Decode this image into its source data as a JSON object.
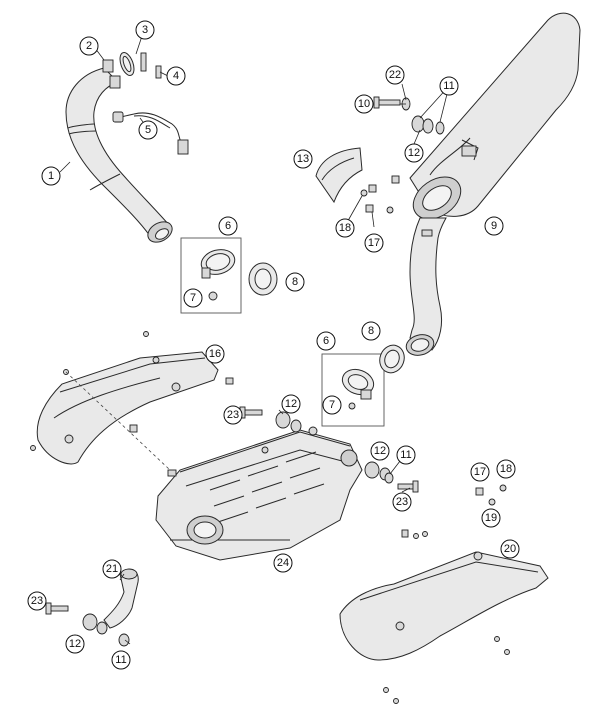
{
  "callouts": [
    {
      "id": "c1",
      "label": "1"
    },
    {
      "id": "c2",
      "label": "2"
    },
    {
      "id": "c3",
      "label": "3"
    },
    {
      "id": "c4",
      "label": "4"
    },
    {
      "id": "c5",
      "label": "5"
    },
    {
      "id": "c6a",
      "label": "6"
    },
    {
      "id": "c7a",
      "label": "7"
    },
    {
      "id": "c8a",
      "label": "8"
    },
    {
      "id": "c9",
      "label": "9"
    },
    {
      "id": "c10",
      "label": "10"
    },
    {
      "id": "c11a",
      "label": "11"
    },
    {
      "id": "c12a",
      "label": "12"
    },
    {
      "id": "c13",
      "label": "13"
    },
    {
      "id": "c16",
      "label": "16"
    },
    {
      "id": "c17a",
      "label": "17"
    },
    {
      "id": "c18a",
      "label": "18"
    },
    {
      "id": "c22",
      "label": "22"
    },
    {
      "id": "c6b",
      "label": "6"
    },
    {
      "id": "c7b",
      "label": "7"
    },
    {
      "id": "c8b",
      "label": "8"
    },
    {
      "id": "c23a",
      "label": "23"
    },
    {
      "id": "c12b",
      "label": "12"
    },
    {
      "id": "c12c",
      "label": "12"
    },
    {
      "id": "c11b",
      "label": "11"
    },
    {
      "id": "c23b",
      "label": "23"
    },
    {
      "id": "c17b",
      "label": "17"
    },
    {
      "id": "c18b",
      "label": "18"
    },
    {
      "id": "c19",
      "label": "19"
    },
    {
      "id": "c20",
      "label": "20"
    },
    {
      "id": "c21",
      "label": "21"
    },
    {
      "id": "c24",
      "label": "24"
    },
    {
      "id": "c23c",
      "label": "23"
    },
    {
      "id": "c12d",
      "label": "12"
    },
    {
      "id": "c11c",
      "label": "11"
    }
  ]
}
